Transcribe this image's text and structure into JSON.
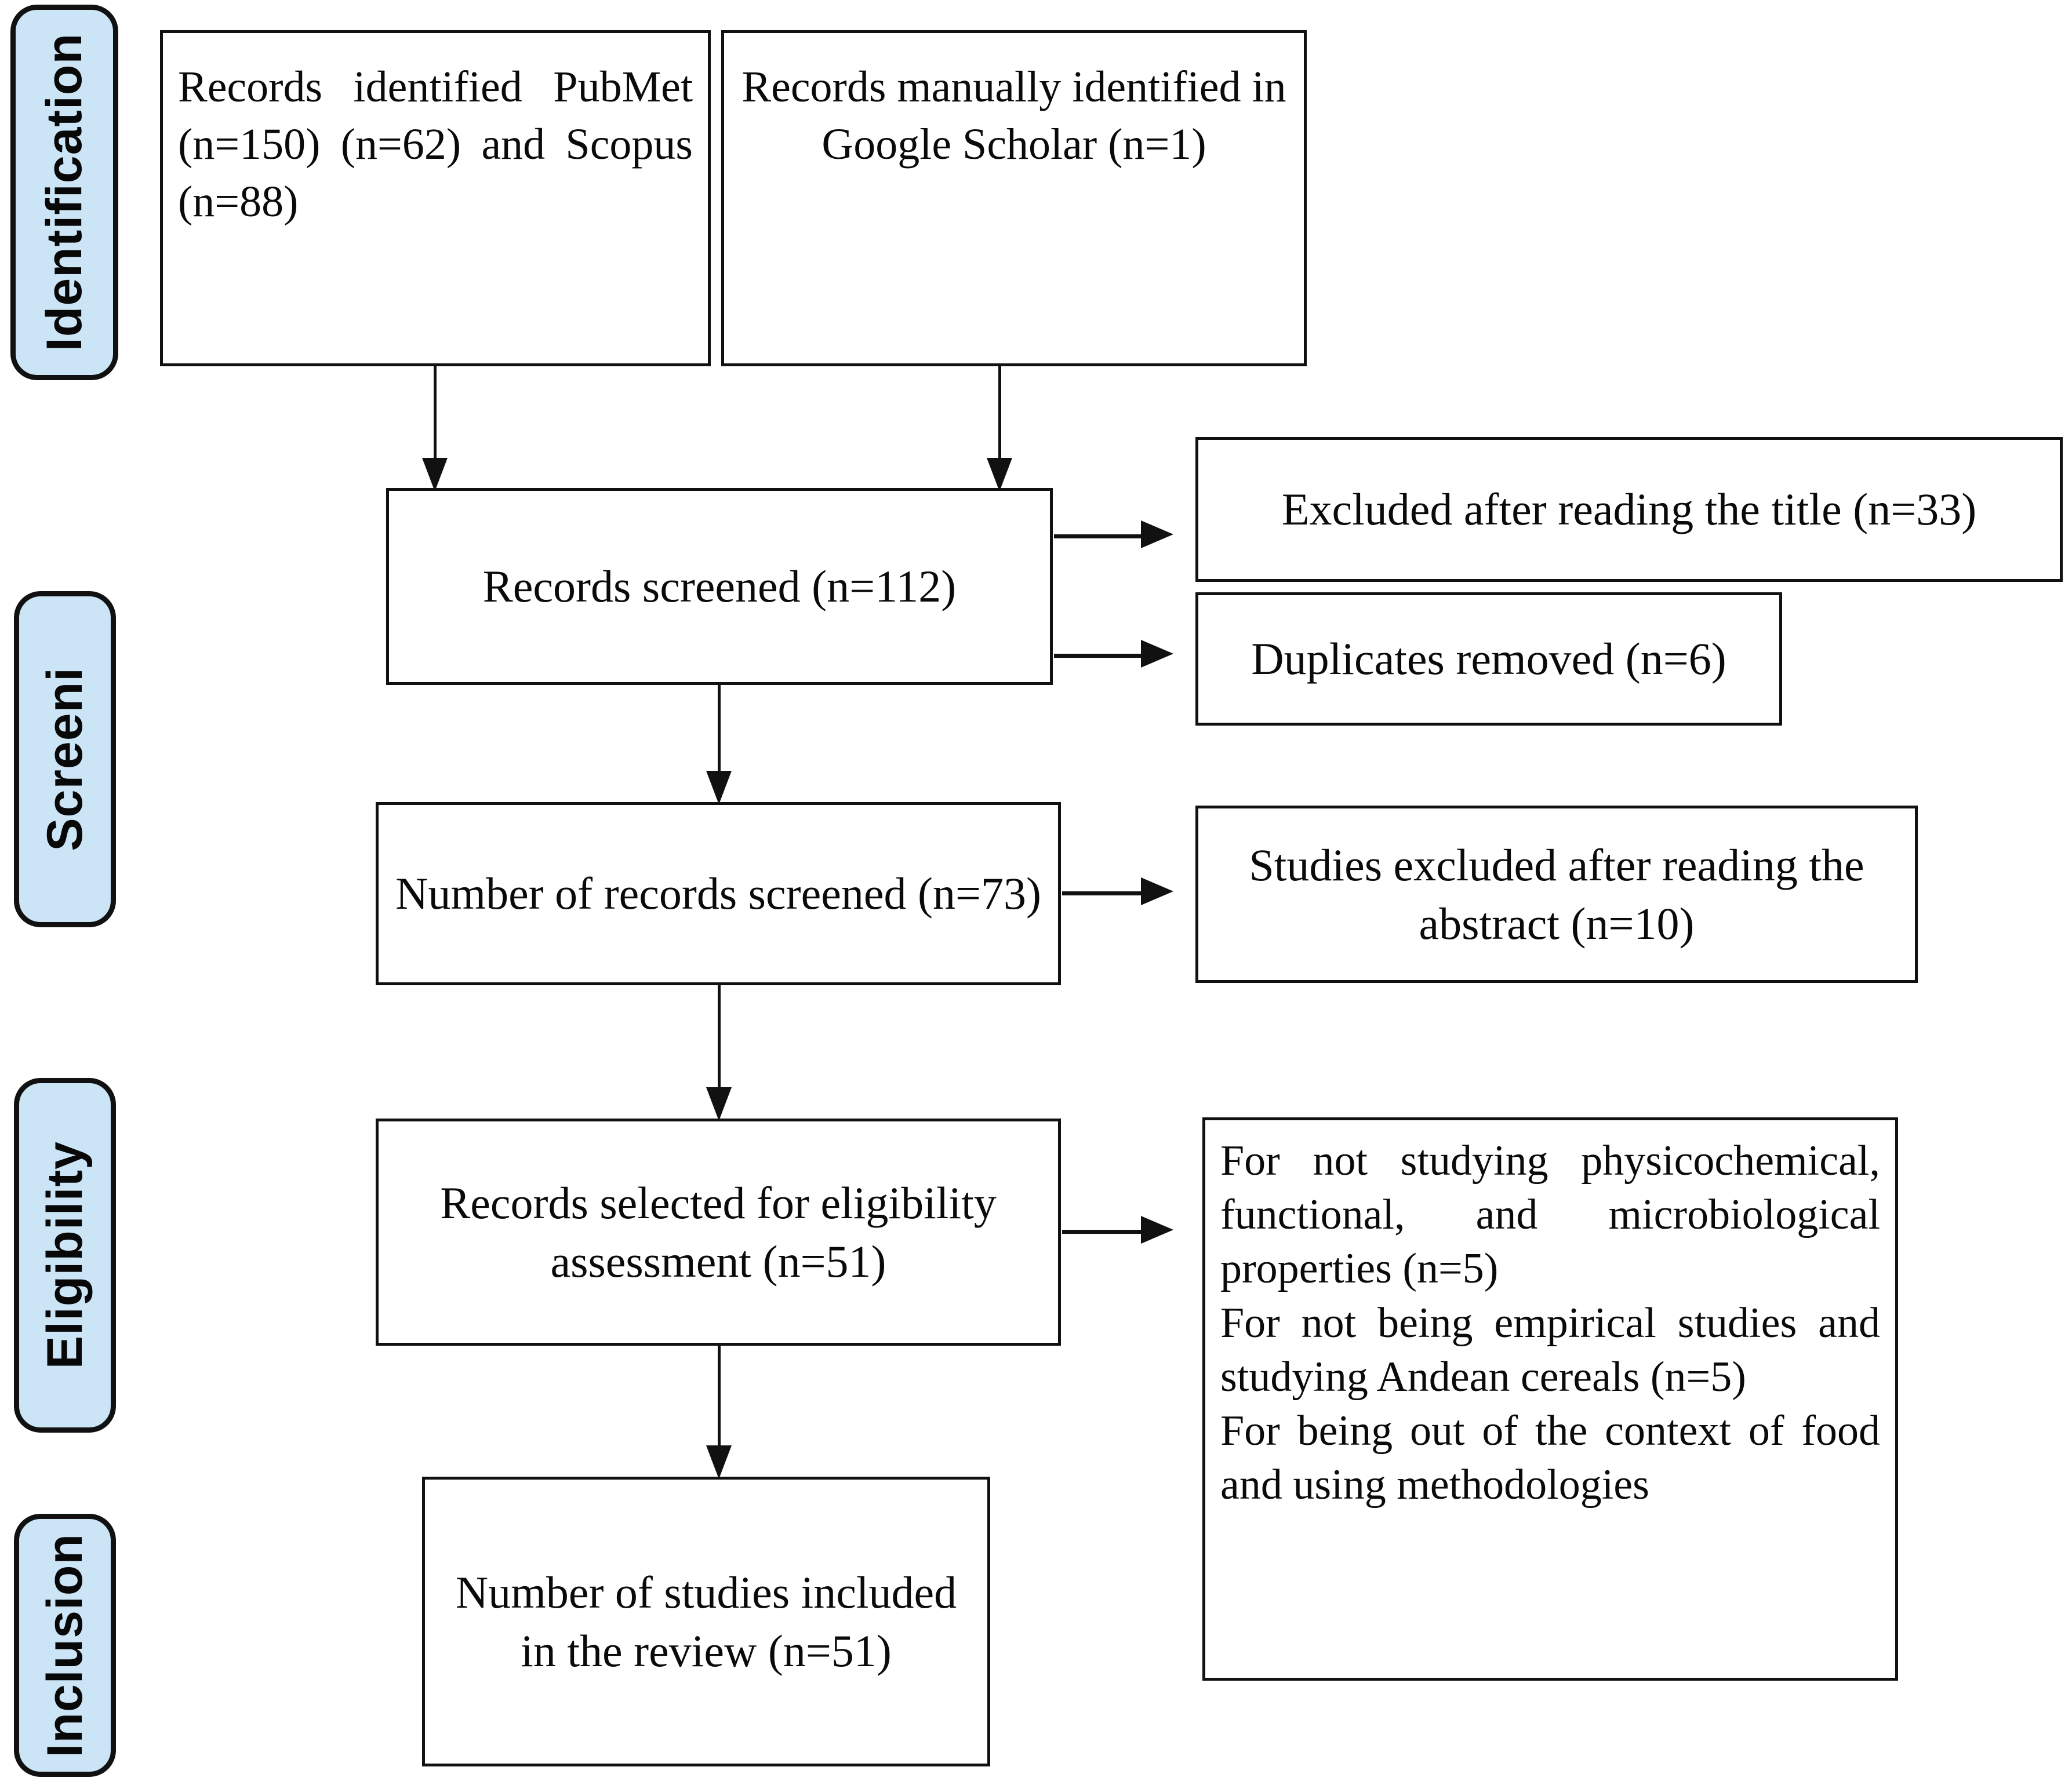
{
  "diagram": {
    "type": "prisma-flow-diagram",
    "phases": [
      {
        "id": "identification",
        "label": "Identification"
      },
      {
        "id": "screening",
        "label": "Screeni"
      },
      {
        "id": "eligibility",
        "label": "Eligibility"
      },
      {
        "id": "inclusion",
        "label": "Inclusion"
      }
    ],
    "boxes": {
      "records_identified": {
        "text": "Records identified PubMet (n=150) (n=62) and Scopus (n=88)",
        "lines": [
          "Records        identified",
          "(n=150)        PubMet",
          "(n=62)   and   Scopus",
          "(n=88)"
        ],
        "counts": {
          "total": 150,
          "pubmed": 62,
          "scopus": 88
        }
      },
      "records_manual": {
        "text": "Records manually identified in Google Scholar (n=1)",
        "count": 1
      },
      "records_screened": {
        "text": "Records screened (n=112)",
        "count": 112
      },
      "excluded_title": {
        "text": "Excluded after reading the title (n=33)",
        "count": 33
      },
      "duplicates_removed": {
        "text": "Duplicates removed (n=6)",
        "count": 6
      },
      "number_records_screened": {
        "text": "Number of records screened (n=73)",
        "count": 73
      },
      "excluded_abstract": {
        "text": "Studies excluded after reading the abstract (n=10)",
        "count": 10
      },
      "records_eligibility": {
        "text": "Records selected for eligibility assessment (n=51)",
        "count": 51
      },
      "exclusion_reasons": {
        "reason_1": "For not studying physicochemical, functional, and microbiological properties (n=5)",
        "reason_2": "For not being empirical studies and studying Andean cereals (n=5)",
        "reason_3": "For being out of the context of food and using methodologies",
        "counts": {
          "reason_1": 5,
          "reason_2": 5
        }
      },
      "studies_included": {
        "text": "Number of studies included in the review (n=51)",
        "count": 51
      }
    },
    "colors": {
      "phase_tab_fill": "#cbe5f6",
      "stroke": "#111111",
      "box_fill": "#ffffff",
      "text": "#0a0a0a"
    }
  }
}
